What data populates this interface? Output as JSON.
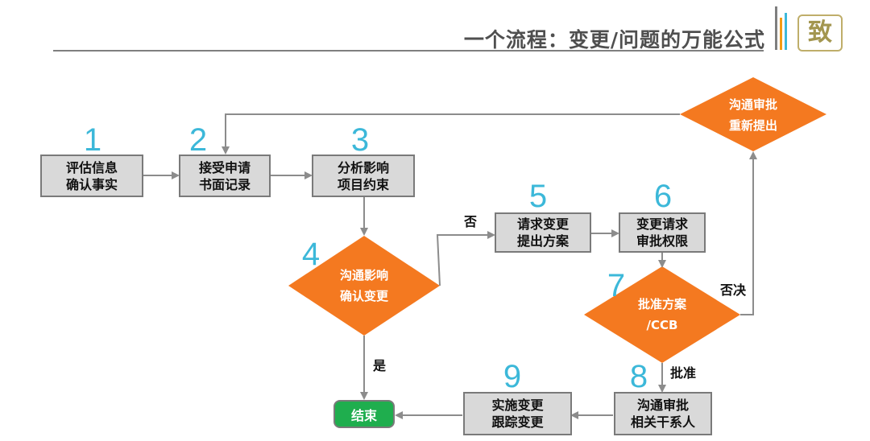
{
  "header": {
    "title": "一个流程：变更/问题的万能公式",
    "logo_char": "致",
    "accent_colors": [
      "#3cb8d9",
      "#f39c12",
      "#7f7f7f"
    ]
  },
  "steps": [
    {
      "num": "1",
      "line1": "评估信息",
      "line2": "确认事实"
    },
    {
      "num": "2",
      "line1": "接受申请",
      "line2": "书面记录"
    },
    {
      "num": "3",
      "line1": "分析影响",
      "line2": "项目约束"
    },
    {
      "num": "4",
      "line1": "沟通影响",
      "line2": "确认变更"
    },
    {
      "num": "5",
      "line1": "请求变更",
      "line2": "提出方案"
    },
    {
      "num": "6",
      "line1": "变更请求",
      "line2": "审批权限"
    },
    {
      "num": "7",
      "line1": "批准方案",
      "line2": "/CCB"
    },
    {
      "num": "8",
      "line1": "沟通审批",
      "line2": "相关干系人"
    },
    {
      "num": "9",
      "line1": "实施变更",
      "line2": "跟踪变更"
    }
  ],
  "resubmit": {
    "line1": "沟通审批",
    "line2": "重新提出"
  },
  "end_label": "结束",
  "edge_labels": {
    "no": "否",
    "yes": "是",
    "reject": "否决",
    "approve": "批准"
  },
  "colors": {
    "box_fill": "#d9d9d9",
    "box_border": "#7a7a7a",
    "diamond": "#f47920",
    "step_number": "#3cb8d9",
    "end_fill": "#1fae4e",
    "arrow": "#8c8c8c"
  }
}
